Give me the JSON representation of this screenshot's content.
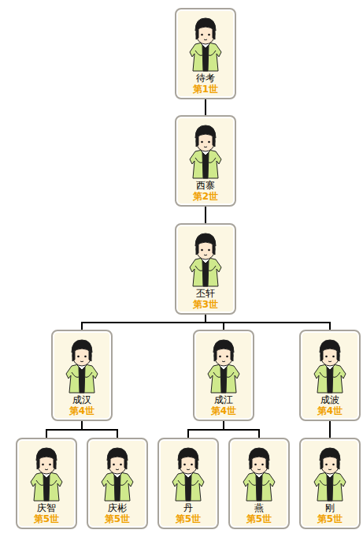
{
  "diagram": {
    "nodes": [
      {
        "text": [
          "待考",
          "第1世"
        ]
      },
      {
        "text": [
          "西寨",
          "第2世"
        ]
      },
      {
        "text": [
          "丕轩",
          "第3世"
        ]
      },
      {
        "text": [
          "成汉",
          "第4世"
        ]
      },
      {
        "text": [
          "成江",
          "第4世"
        ]
      },
      {
        "text": [
          "成波",
          "第4世"
        ]
      },
      {
        "text": [
          "庆智",
          "第5世"
        ]
      },
      {
        "text": [
          "庆彬",
          "第5世"
        ]
      },
      {
        "text": [
          "丹",
          "第5世"
        ]
      },
      {
        "text": [
          "燕",
          "第5世"
        ]
      },
      {
        "text": [
          "刚",
          "第5世"
        ]
      }
    ],
    "edges": [
      {
        "from": 0,
        "to": 1,
        "arrow": "none"
      },
      {
        "from": 1,
        "to": 2,
        "arrow": "none"
      },
      {
        "from": 2,
        "to": 3,
        "arrow": "none"
      },
      {
        "from": 2,
        "to": 4,
        "arrow": "none"
      },
      {
        "from": 2,
        "to": 5,
        "arrow": "none"
      },
      {
        "from": 3,
        "to": 6,
        "arrow": "none"
      },
      {
        "from": 3,
        "to": 7,
        "arrow": "none"
      },
      {
        "from": 4,
        "to": 8,
        "arrow": "none"
      },
      {
        "from": 4,
        "to": 9,
        "arrow": "none"
      },
      {
        "from": 5,
        "to": 10,
        "arrow": "none"
      }
    ]
  }
}
